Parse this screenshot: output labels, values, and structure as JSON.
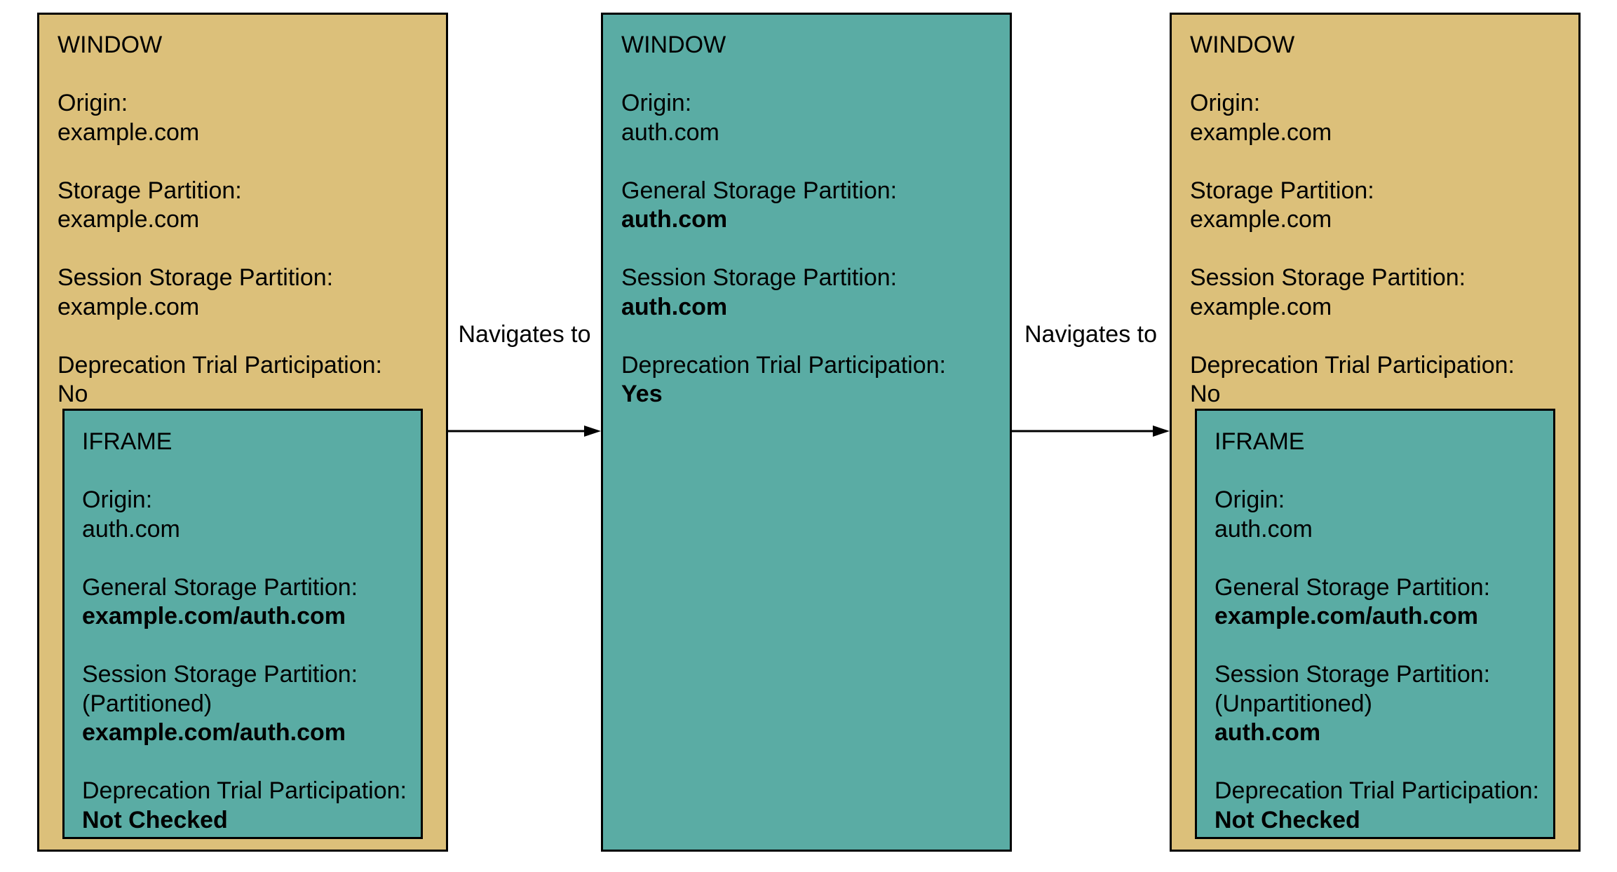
{
  "colors": {
    "window_fill_tan": "#dcc07a",
    "iframe_fill_teal": "#5aaca4",
    "border": "#000000",
    "text": "#000000",
    "background": "#ffffff"
  },
  "arrows": [
    {
      "label": "Navigates to"
    },
    {
      "label": "Navigates to"
    }
  ],
  "boxes": [
    {
      "title": "WINDOW",
      "fields": [
        {
          "label": "Origin:",
          "lines": [
            {
              "text": "example.com",
              "bold": false
            }
          ]
        },
        {
          "label": "Storage Partition:",
          "lines": [
            {
              "text": "example.com",
              "bold": false
            }
          ]
        },
        {
          "label": "Session Storage Partition:",
          "lines": [
            {
              "text": "example.com",
              "bold": false
            }
          ]
        },
        {
          "label": "Deprecation Trial Participation:",
          "lines": [
            {
              "text": "No",
              "bold": false
            }
          ]
        }
      ],
      "iframe": {
        "title": "IFRAME",
        "fields": [
          {
            "label": "Origin:",
            "lines": [
              {
                "text": "auth.com",
                "bold": false
              }
            ]
          },
          {
            "label": "General Storage Partition:",
            "lines": [
              {
                "text": "example.com/auth.com",
                "bold": true
              }
            ]
          },
          {
            "label": "Session Storage Partition:",
            "lines": [
              {
                "text": "(Partitioned)",
                "bold": false
              },
              {
                "text": "example.com/auth.com",
                "bold": true
              }
            ]
          },
          {
            "label": "Deprecation Trial Participation:",
            "lines": [
              {
                "text": "Not Checked",
                "bold": true
              }
            ]
          }
        ]
      }
    },
    {
      "title": "WINDOW",
      "fields": [
        {
          "label": "Origin:",
          "lines": [
            {
              "text": "auth.com",
              "bold": false
            }
          ]
        },
        {
          "label": "General Storage Partition:",
          "lines": [
            {
              "text": "auth.com",
              "bold": true
            }
          ]
        },
        {
          "label": "Session Storage Partition:",
          "lines": [
            {
              "text": "auth.com",
              "bold": true
            }
          ]
        },
        {
          "label": "Deprecation Trial Participation:",
          "lines": [
            {
              "text": "Yes",
              "bold": true
            }
          ]
        }
      ]
    },
    {
      "title": "WINDOW",
      "fields": [
        {
          "label": "Origin:",
          "lines": [
            {
              "text": "example.com",
              "bold": false
            }
          ]
        },
        {
          "label": "Storage Partition:",
          "lines": [
            {
              "text": "example.com",
              "bold": false
            }
          ]
        },
        {
          "label": "Session Storage Partition:",
          "lines": [
            {
              "text": "example.com",
              "bold": false
            }
          ]
        },
        {
          "label": "Deprecation Trial Participation:",
          "lines": [
            {
              "text": "No",
              "bold": false
            }
          ]
        }
      ],
      "iframe": {
        "title": "IFRAME",
        "fields": [
          {
            "label": "Origin:",
            "lines": [
              {
                "text": "auth.com",
                "bold": false
              }
            ]
          },
          {
            "label": "General Storage Partition:",
            "lines": [
              {
                "text": "example.com/auth.com",
                "bold": true
              }
            ]
          },
          {
            "label": "Session Storage Partition:",
            "lines": [
              {
                "text": "(Unpartitioned)",
                "bold": false
              },
              {
                "text": "auth.com",
                "bold": true
              }
            ]
          },
          {
            "label": "Deprecation Trial Participation:",
            "lines": [
              {
                "text": "Not Checked",
                "bold": true
              }
            ]
          }
        ]
      }
    }
  ]
}
